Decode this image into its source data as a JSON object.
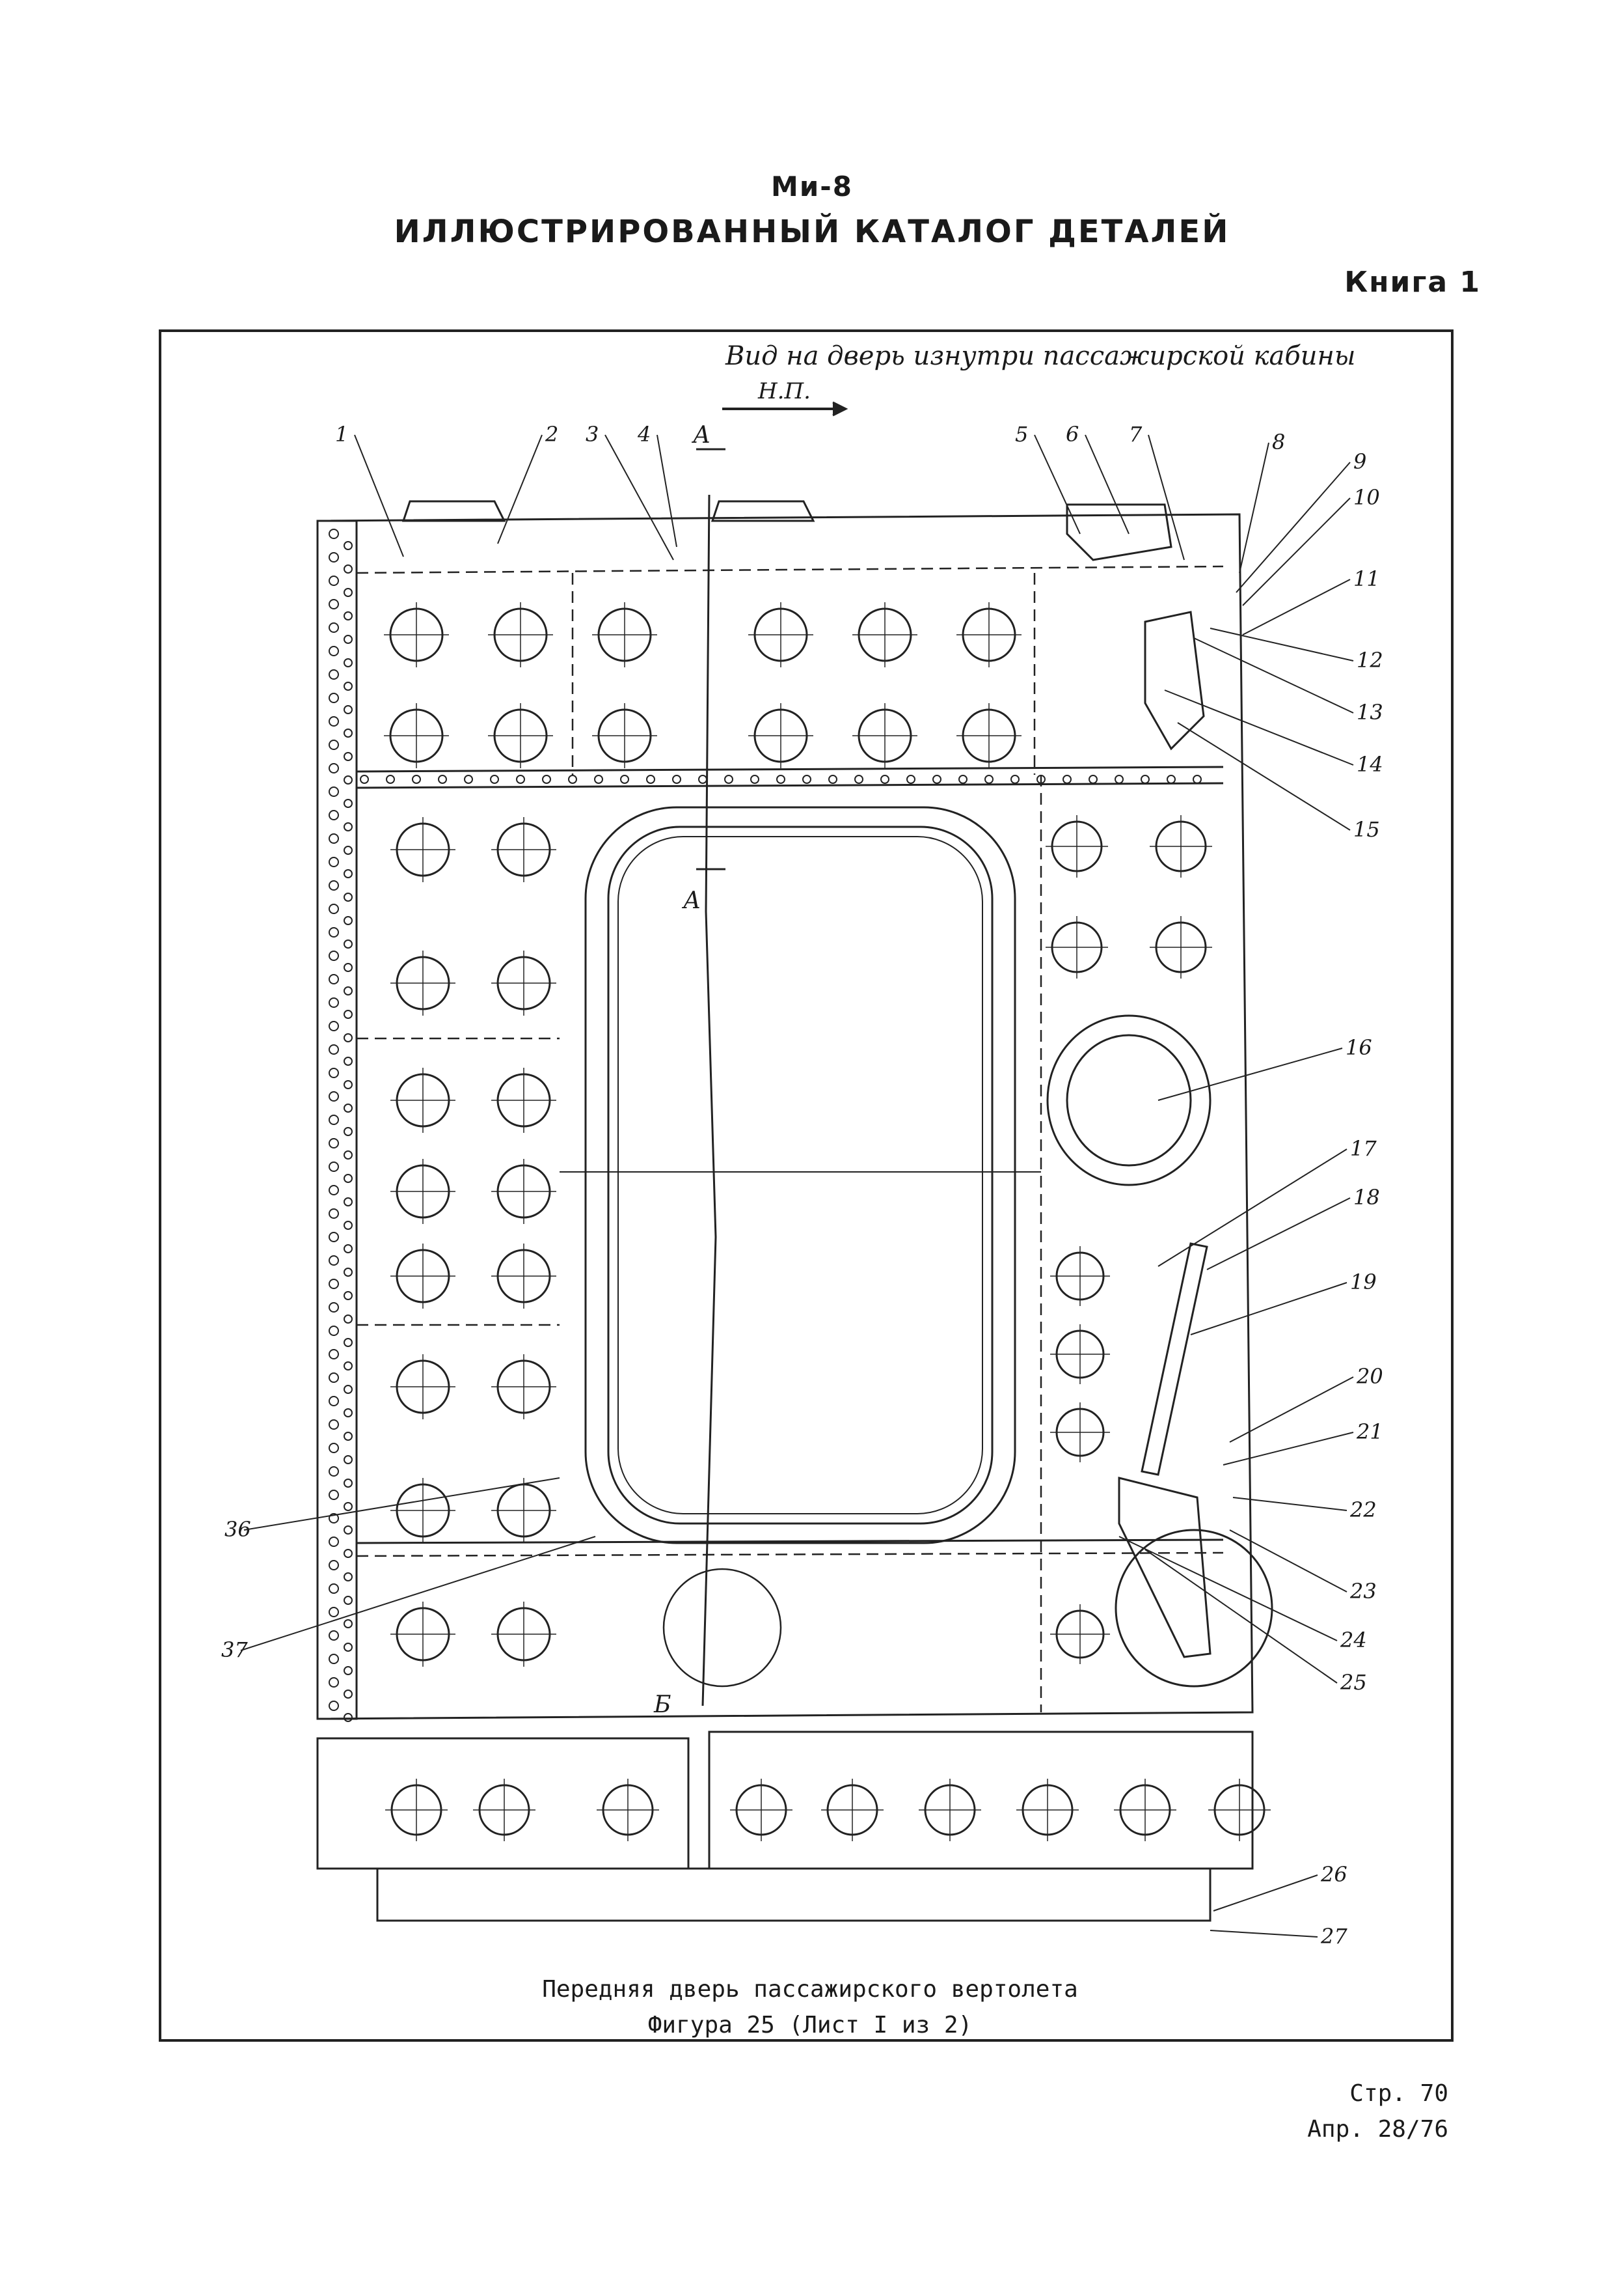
{
  "header": {
    "model": "Ми-8",
    "title": "ИЛЛЮСТРИРОВАННЫЙ КАТАЛОГ ДЕТАЛЕЙ",
    "book": "Книга 1"
  },
  "drawing": {
    "view_title": "Вид на дверь изнутри пассажирской кабины",
    "direction_label": "Н.П.",
    "section_label": "А",
    "detail_label": "Б",
    "callouts": [
      "1",
      "2",
      "3",
      "4",
      "5",
      "6",
      "7",
      "8",
      "9",
      "10",
      "11",
      "12",
      "13",
      "14",
      "15",
      "16",
      "17",
      "18",
      "19",
      "20",
      "21",
      "22",
      "23",
      "24",
      "25",
      "26",
      "27",
      "36",
      "37"
    ]
  },
  "caption": {
    "line1": "Передняя дверь пассажирского вертолета",
    "line2": "Фигура 25  (Лист I из 2)"
  },
  "footer": {
    "page": "Стр. 70",
    "revision": "Апр. 28/76"
  }
}
